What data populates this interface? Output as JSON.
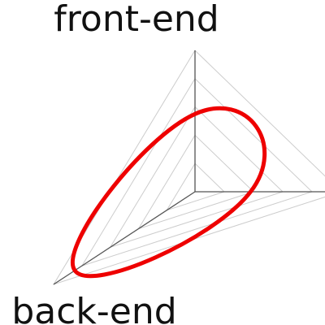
{
  "chart_data": {
    "type": "radar",
    "axes": [
      "front-end",
      "back-end",
      ""
    ],
    "grid_levels": 5,
    "series": [
      {
        "values": [
          0.55,
          0.85,
          0.38
        ]
      }
    ],
    "colors": {
      "series": "#ee0000",
      "axis": "#555555",
      "grid": "#cccccc",
      "text": "#111111"
    }
  }
}
